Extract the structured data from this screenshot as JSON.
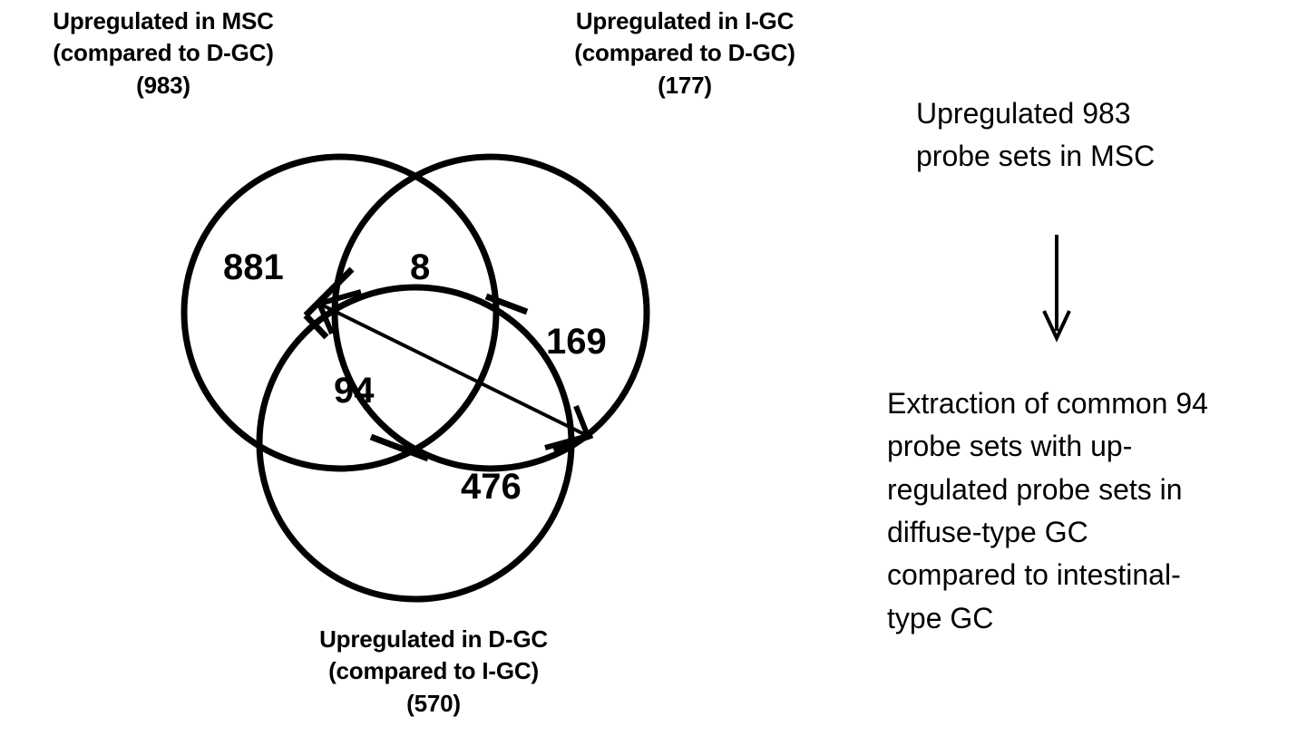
{
  "figure": {
    "type": "venn-diagram",
    "set_labels": {
      "top_left": "Upregulated in MSC\n(compared to D-GC)\n(983)",
      "top_right": "Upregulated in I-GC\n(compared to D-GC)\n(177)",
      "bottom": "Upregulated  in D-GC\n(compared to I-GC)\n(570)"
    },
    "sets": [
      {
        "name": "MSC",
        "comparison": "compared to D-GC",
        "total": 983
      },
      {
        "name": "I-GC",
        "comparison": "compared to D-GC",
        "total": 177
      },
      {
        "name": "D-GC",
        "comparison": "compared to I-GC",
        "total": 570
      }
    ],
    "regions": {
      "msc_only": "881",
      "msc_igc": "8",
      "igc_only": "169",
      "msc_dgc": "94",
      "dgc_only": "476"
    }
  },
  "annotations": {
    "top_text": "Upregulated 983\nprobe sets in MSC",
    "arrow_icon": "down-arrow-icon",
    "bottom_text": "Extraction of common 94\nprobe sets with up-\nregulated probe sets in\ndiffuse-type GC\ncompared to intestinal-\ntype GC"
  },
  "colors": {
    "stroke": "#000000",
    "background": "#ffffff",
    "text": "#000000"
  }
}
